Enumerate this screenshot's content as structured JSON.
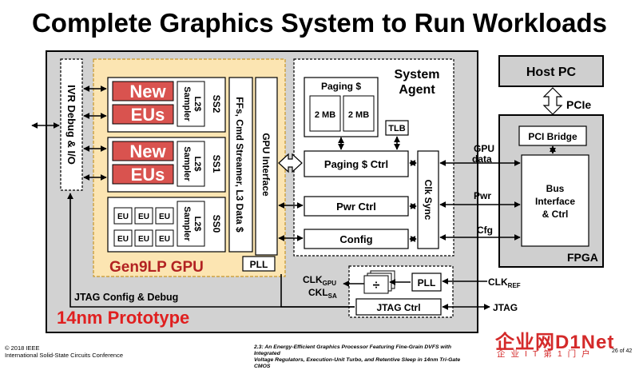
{
  "slide": {
    "title": "Complete Graphics System to Run Workloads",
    "prototype_label": "14nm Prototype",
    "ivr_label": "IVR Debug & I/O",
    "gpu": {
      "label": "Gen9LP GPU",
      "slices": [
        {
          "id": "SS2",
          "units": [
            "New",
            "EUs"
          ],
          "sampler": "Sampler",
          "cache": "L2$"
        },
        {
          "id": "SS1",
          "units": [
            "New",
            "EUs"
          ],
          "sampler": "Sampler",
          "cache": "L2$"
        },
        {
          "id": "SS0",
          "units": [
            "EU",
            "EU",
            "EU",
            "EU",
            "EU",
            "EU"
          ],
          "sampler": "Sampler",
          "cache": "L2$"
        }
      ],
      "ff_label": "FFs, Cmd Streamer, L3 Data $",
      "interface_label": "GPU Interface",
      "pll_label": "PLL"
    },
    "system_agent": {
      "label_line1": "System",
      "label_line2": "Agent",
      "paging_cache": "Paging $",
      "mb_blocks": [
        "2 MB",
        "2 MB"
      ],
      "tlb": "TLB",
      "paging_ctrl": "Paging $ Ctrl",
      "pwr_ctrl": "Pwr Ctrl",
      "config": "Config",
      "clk_sync": "Clk Sync"
    },
    "clock_block": {
      "divider": "÷",
      "pll": "PLL",
      "jtag_ctrl": "JTAG Ctrl",
      "clk_gpu": "CLK",
      "clk_gpu_sub": "GPU",
      "ckl_sa": "CKL",
      "ckl_sa_sub": "SA"
    },
    "jtag_config_debug": "JTAG Config & Debug",
    "links": {
      "gpu_data_1": "GPU",
      "gpu_data_2": "data",
      "pwr": "Pwr",
      "cfg": "Cfg"
    },
    "external": {
      "clk_ref": "CLK",
      "clk_ref_sub": "REF",
      "jtag": "JTAG",
      "host_pc": "Host PC",
      "pcie": "PCIe",
      "pci_bridge": "PCI Bridge",
      "bus_interface": [
        "Bus",
        "Interface",
        "& Ctrl"
      ],
      "fpga": "FPGA"
    }
  },
  "footer": {
    "copyright": "© 2018 IEEE",
    "conference": "International Solid-State Circuits Conference",
    "paper_line1": "2.3: An Energy-Efficient Graphics Processor Featuring Fine-Grain DVFS with Integrated",
    "paper_line2": "Voltage Regulators, Execution-Unit Turbo, and Retentive Sleep in 14nm Tri-Gate CMOS",
    "page": "26 of 42"
  },
  "watermark": {
    "main": "企业网D1Net",
    "sub": "企业IT第1门户"
  },
  "colors": {
    "chip_gray": "#d2d2d2",
    "gpu_fill": "#fce5b2",
    "gpu_border": "#c8962a",
    "eu_new": "#d9534f",
    "prototype_red": "#e02020",
    "fpga_fill": "#cfcfcf"
  }
}
